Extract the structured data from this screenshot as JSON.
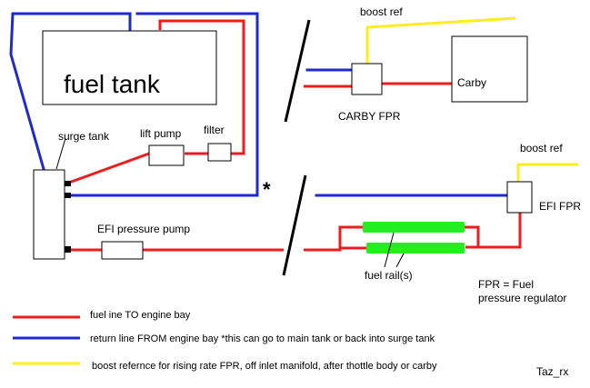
{
  "colors": {
    "background": "#ffffff",
    "fuel_line": "#ee1c1c",
    "return_line": "#1c2ad0",
    "boost_line": "#ffee1a",
    "fuel_rail": "#22ee22",
    "outline": "#000000"
  },
  "labels": {
    "fuel_tank": "fuel tank",
    "surge_tank": "surge tank",
    "lift_pump": "lift pump",
    "filter": "filter",
    "star": "*",
    "boost_ref_top": "boost ref",
    "carby": "Carby",
    "carby_fpr": "CARBY FPR",
    "boost_ref_right": "boost ref",
    "efi_fpr": "EFI FPR",
    "efi_pressure_pump": "EFI pressure pump",
    "fuel_rails": "fuel rail(s)",
    "fpr_def_line1": "FPR = Fuel",
    "fpr_def_line2": "pressure regulator"
  },
  "legend": {
    "fuel_line": "fuel ine TO engine bay",
    "return_line": "return line FROM engine bay *this can go to main tank or back into surge tank",
    "boost_line": "boost refernce for rising rate FPR, off inlet manifold, after thottle body or carby"
  },
  "author": "Taz_rx"
}
